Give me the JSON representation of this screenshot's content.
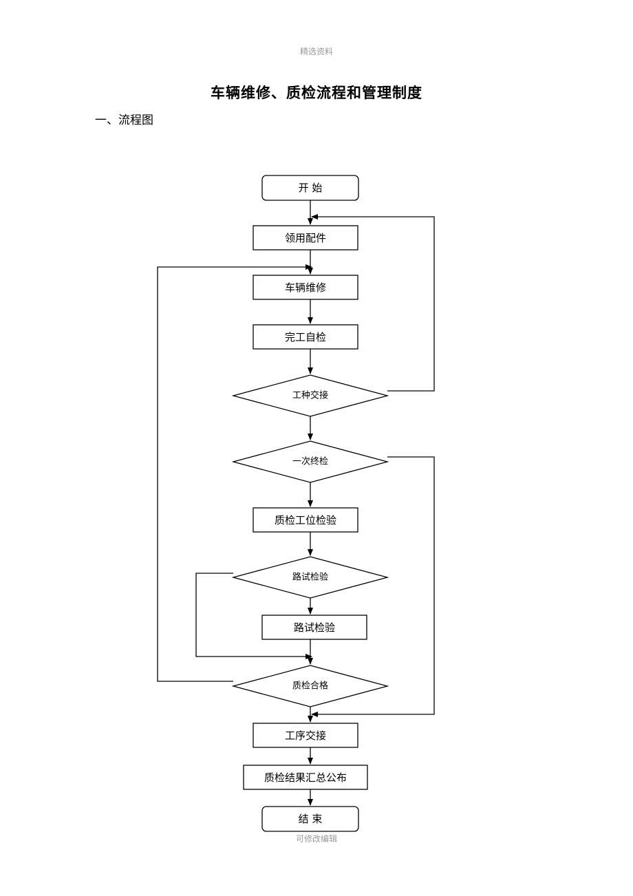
{
  "header_note": "精选资料",
  "footer_note": "可修改编辑",
  "title": "车辆维修、质检流程和管理制度",
  "section_heading": "一、流程图",
  "flowchart": {
    "start": "开  始",
    "get_parts": "领用配件",
    "repair": "车辆维修",
    "self_check": "完工自检",
    "handover_type": "工种交接",
    "first_final_check": "一次终检",
    "qc_station_check": "质检工位检验",
    "road_test_decision": "路试检验",
    "road_test": "路试检验",
    "qc_pass": "质检合格",
    "process_handover": "工序交接",
    "publish_results": "质检结果汇总公布",
    "end": "结  束"
  }
}
